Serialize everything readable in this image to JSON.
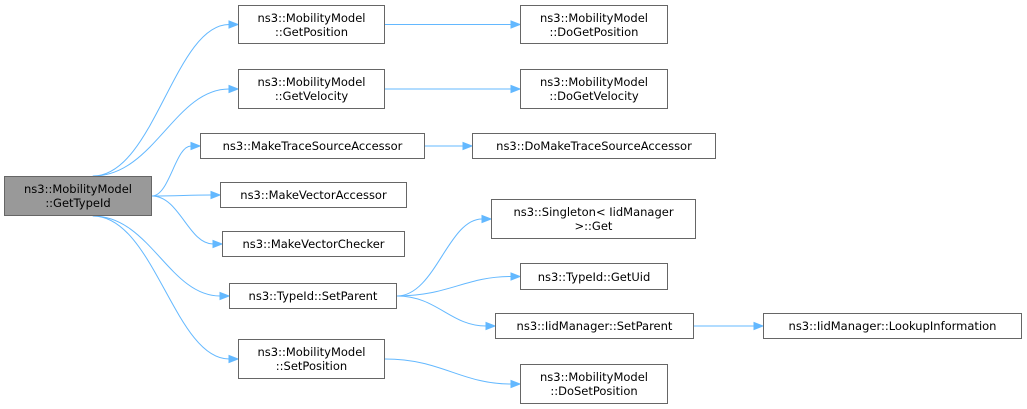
{
  "colors": {
    "edge": "#63b8ff",
    "node_border": "#666666",
    "root_fill": "#999999",
    "node_fill": "#ffffff"
  },
  "nodes": {
    "root": {
      "line1": "ns3::MobilityModel",
      "line2": "::GetTypeId"
    },
    "getPosition": {
      "line1": "ns3::MobilityModel",
      "line2": "::GetPosition"
    },
    "doGetPosition": {
      "line1": "ns3::MobilityModel",
      "line2": "::DoGetPosition"
    },
    "getVelocity": {
      "line1": "ns3::MobilityModel",
      "line2": "::GetVelocity"
    },
    "doGetVelocity": {
      "line1": "ns3::MobilityModel",
      "line2": "::DoGetVelocity"
    },
    "makeTraceSourceAccessor": {
      "line1": "ns3::MakeTraceSourceAccessor"
    },
    "doMakeTraceSourceAccessor": {
      "line1": "ns3::DoMakeTraceSourceAccessor"
    },
    "makeVectorAccessor": {
      "line1": "ns3::MakeVectorAccessor"
    },
    "makeVectorChecker": {
      "line1": "ns3::MakeVectorChecker"
    },
    "singletonGet": {
      "line1": "ns3::Singleton< IidManager",
      "line2": ">::Get"
    },
    "typeIdGetUid": {
      "line1": "ns3::TypeId::GetUid"
    },
    "typeIdSetParent": {
      "line1": "ns3::TypeId::SetParent"
    },
    "iidSetParent": {
      "line1": "ns3::IidManager::SetParent"
    },
    "iidLookupInformation": {
      "line1": "ns3::IidManager::LookupInformation"
    },
    "setPosition": {
      "line1": "ns3::MobilityModel",
      "line2": "::SetPosition"
    },
    "doSetPosition": {
      "line1": "ns3::MobilityModel",
      "line2": "::DoSetPosition"
    }
  },
  "edges": [
    [
      "root",
      "getPosition"
    ],
    [
      "root",
      "getVelocity"
    ],
    [
      "root",
      "makeTraceSourceAccessor"
    ],
    [
      "root",
      "makeVectorAccessor"
    ],
    [
      "root",
      "makeVectorChecker"
    ],
    [
      "root",
      "typeIdSetParent"
    ],
    [
      "root",
      "setPosition"
    ],
    [
      "getPosition",
      "doGetPosition"
    ],
    [
      "getVelocity",
      "doGetVelocity"
    ],
    [
      "makeTraceSourceAccessor",
      "doMakeTraceSourceAccessor"
    ],
    [
      "typeIdSetParent",
      "singletonGet"
    ],
    [
      "typeIdSetParent",
      "typeIdGetUid"
    ],
    [
      "typeIdSetParent",
      "iidSetParent"
    ],
    [
      "iidSetParent",
      "iidLookupInformation"
    ],
    [
      "setPosition",
      "doSetPosition"
    ]
  ]
}
